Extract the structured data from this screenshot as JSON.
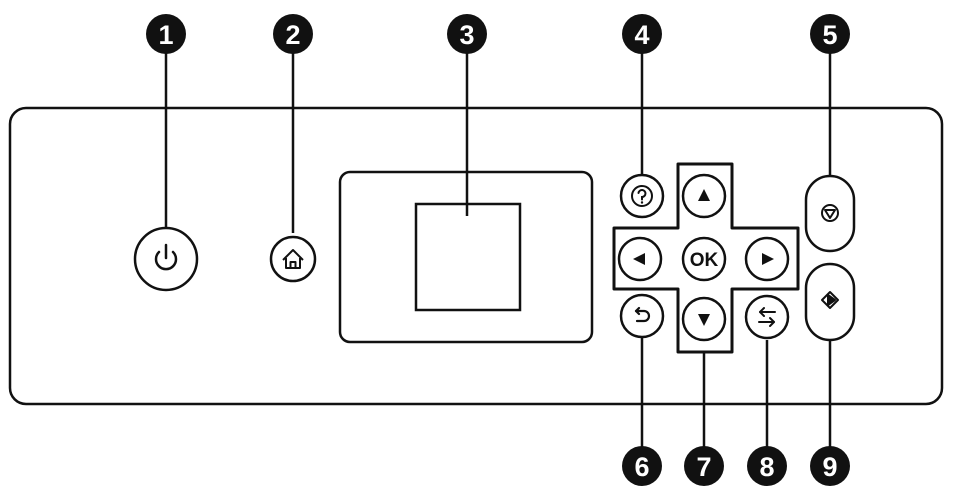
{
  "colors": {
    "outline": "#111111",
    "callout_fill": "#111111",
    "callout_text": "#ffffff",
    "background": "#ffffff"
  },
  "callouts": {
    "c1": "1",
    "c2": "2",
    "c3": "3",
    "c4": "4",
    "c5": "5",
    "c6": "6",
    "c7": "7",
    "c8": "8",
    "c9": "9"
  },
  "buttons": {
    "ok_label": "OK",
    "power_icon": "power-icon",
    "home_icon": "home-icon",
    "help_icon": "help-icon",
    "stop_icon": "stop-icon",
    "start_icon": "start-icon",
    "back_icon": "back-icon",
    "toggle_icon": "toggle-icon",
    "arrow_icons": [
      "up-arrow-icon",
      "down-arrow-icon",
      "left-arrow-icon",
      "right-arrow-icon"
    ]
  }
}
